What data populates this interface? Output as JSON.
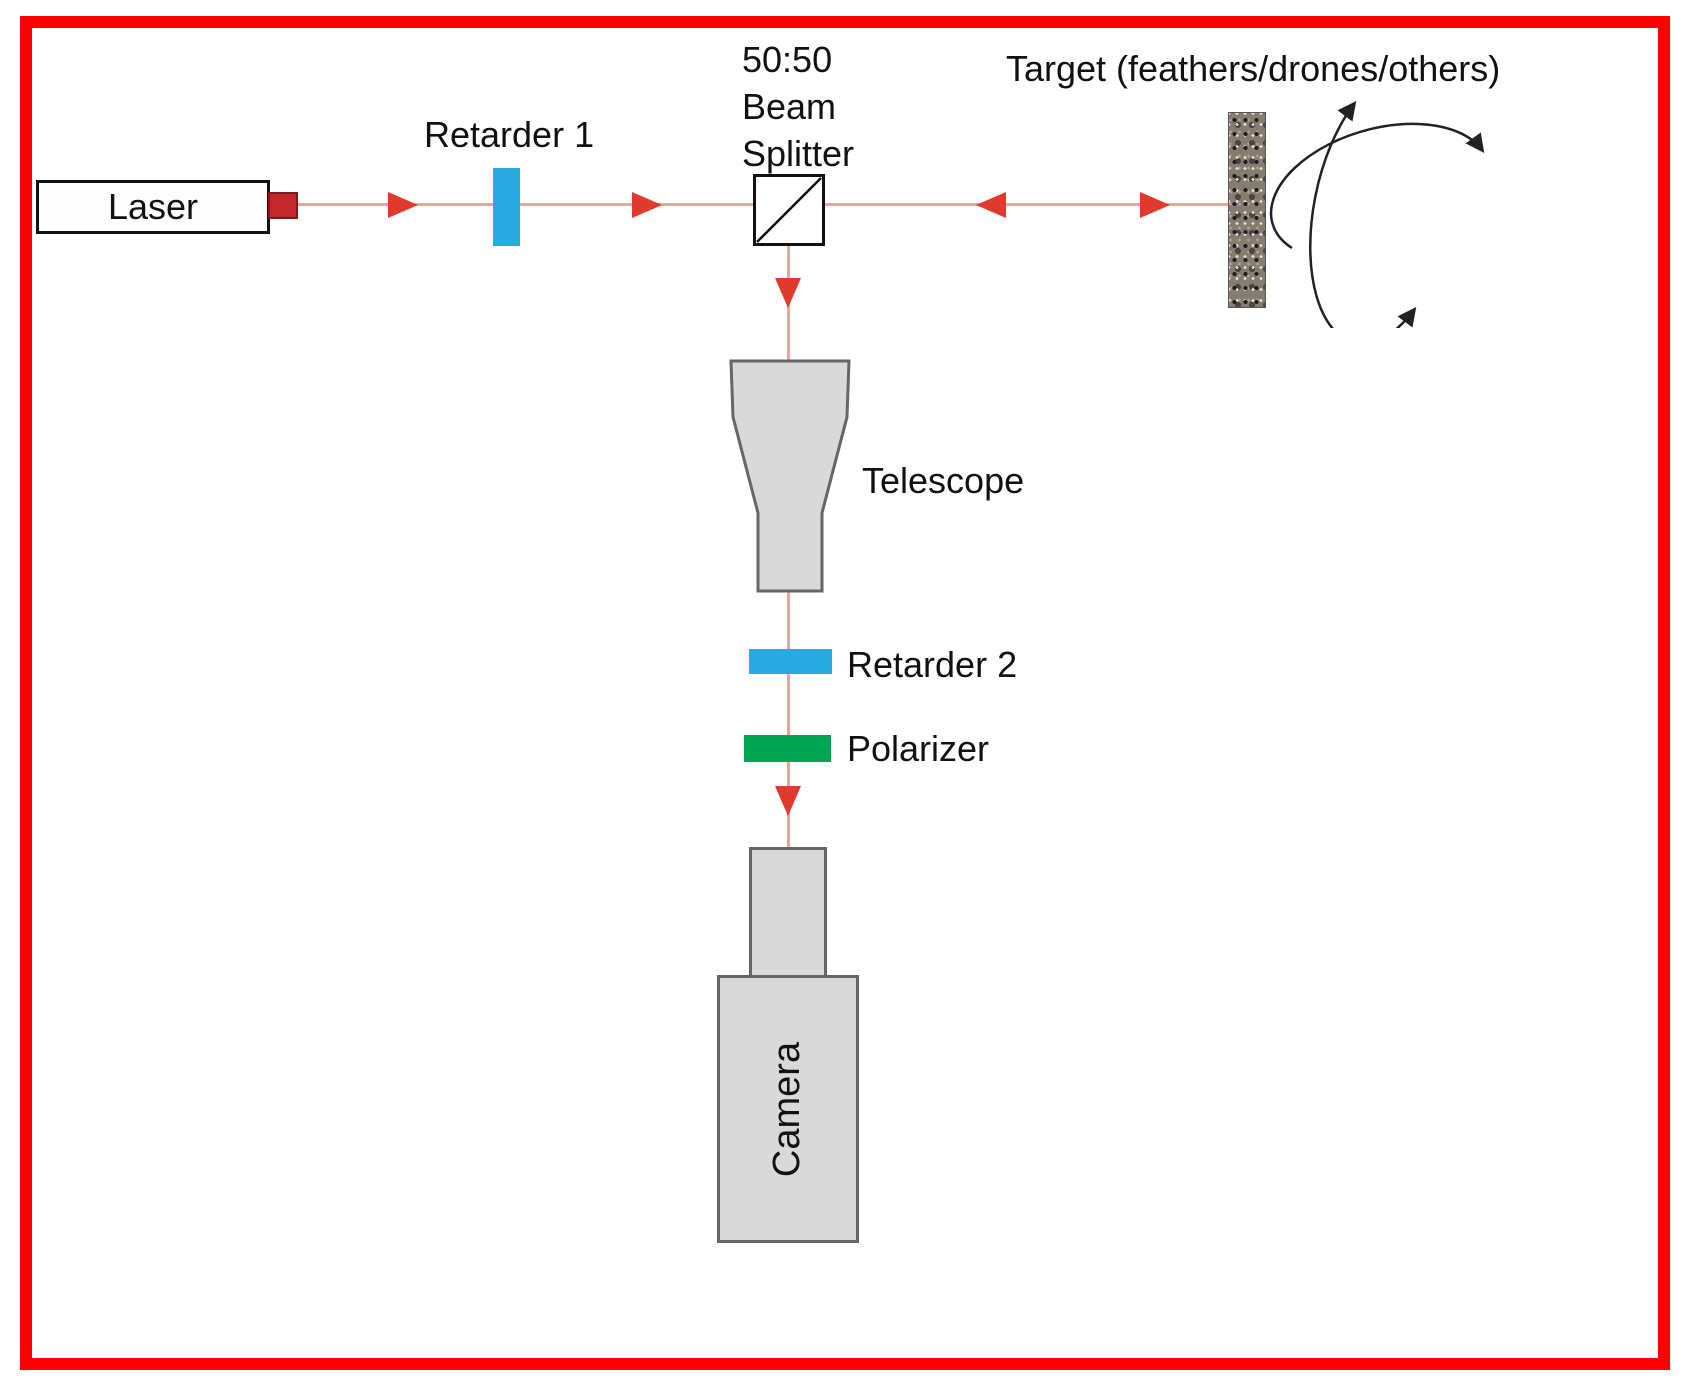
{
  "diagram": {
    "labels": {
      "laser": "Laser",
      "retarder1": "Retarder 1",
      "beam_splitter": [
        "50:50",
        "Beam",
        "Splitter"
      ],
      "target": "Target (feathers/drones/others)",
      "telescope": "Telescope",
      "retarder2": "Retarder 2",
      "polarizer": "Polarizer",
      "camera": "Camera"
    },
    "colors": {
      "border": "#ff0000",
      "beam": "#f2a09a",
      "arrow": "#e0392e",
      "retarder": "#29abe2",
      "polarizer": "#00a551",
      "component_fill": "#d9d9d9",
      "component_stroke": "#666666",
      "laser_output": "#c1272d"
    }
  }
}
